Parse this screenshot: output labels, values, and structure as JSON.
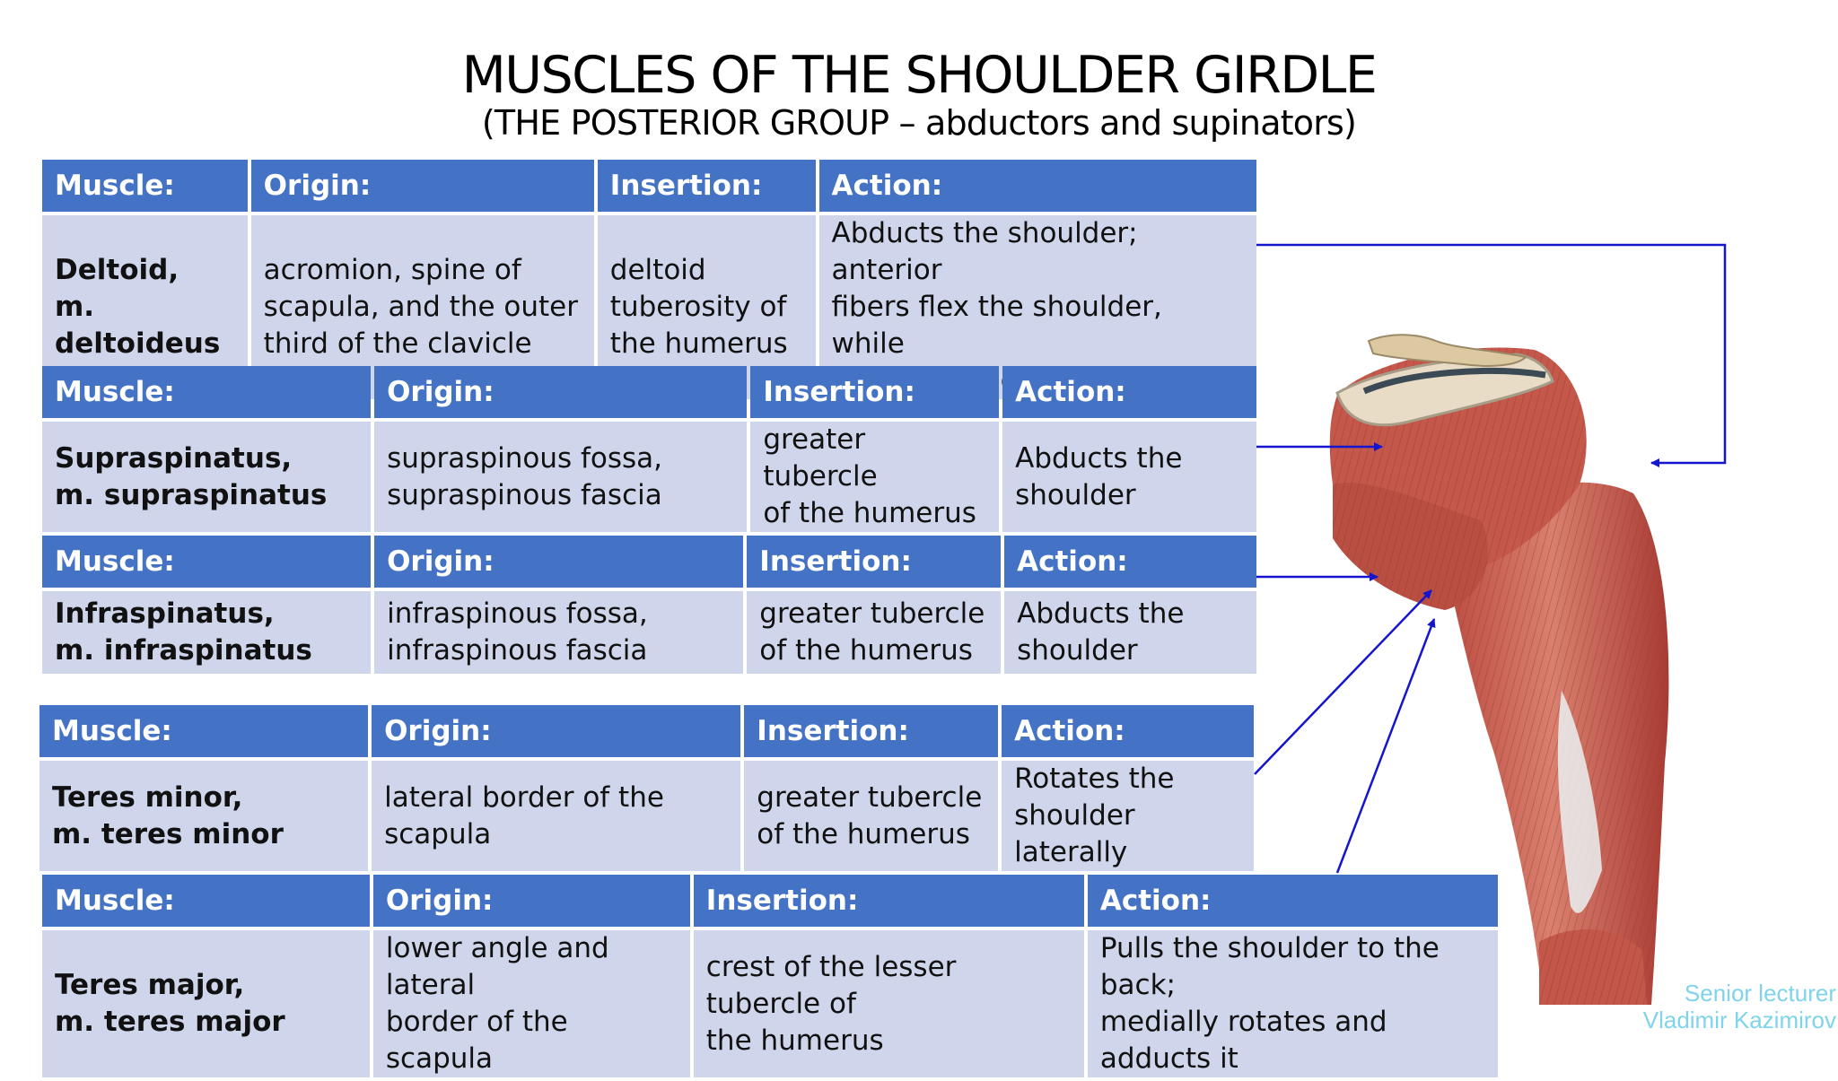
{
  "title": "MUSCLES OF THE SHOULDER GIRDLE",
  "subtitle": "(THE POSTERIOR GROUP – abductors and supinators)",
  "headers": {
    "muscle": "Muscle:",
    "origin": "Origin:",
    "insertion": "Insertion:",
    "action": "Action:"
  },
  "tables": [
    {
      "muscle": "Deltoid,\nm. deltoideus",
      "origin": "acromion, spine of\nscapula, and the outer\nthird of the clavicle",
      "insertion": "deltoid\ntuberosity of\nthe humerus",
      "action": "Abducts the shoulder; anterior\nfibers flex the shoulder, while\nposterior fibers extend it"
    },
    {
      "muscle": "Supraspinatus,\nm. supraspinatus",
      "origin": "supraspinous fossa,\nsupraspinous fascia",
      "insertion": "greater tubercle\nof the humerus",
      "action": "Abducts the\nshoulder"
    },
    {
      "muscle": "Infraspinatus,\nm. infraspinatus",
      "origin": "infraspinous fossa,\ninfraspinous fascia",
      "insertion": "greater tubercle\nof the humerus",
      "action": "Abducts the\nshoulder"
    },
    {
      "muscle": "Teres minor,\nm. teres minor",
      "origin": "lateral border of the\nscapula",
      "insertion": "greater tubercle\nof the humerus",
      "action": "Rotates the\nshoulder laterally"
    },
    {
      "muscle": "Teres major,\nm. teres major",
      "origin": "lower angle and lateral\nborder of the scapula",
      "insertion": "crest of the lesser tubercle of\nthe humerus",
      "action": "Pulls the shoulder to the back;\nmedially rotates and adducts it"
    }
  ],
  "credit": {
    "line1": "Senior lecturer",
    "line2": "Vladimir Kazimirov"
  },
  "colors": {
    "header_bg": "#4472c4",
    "row_bg": "#cfd5ea",
    "arrow": "#1515d0",
    "credit_text": "#7fd3ea"
  }
}
